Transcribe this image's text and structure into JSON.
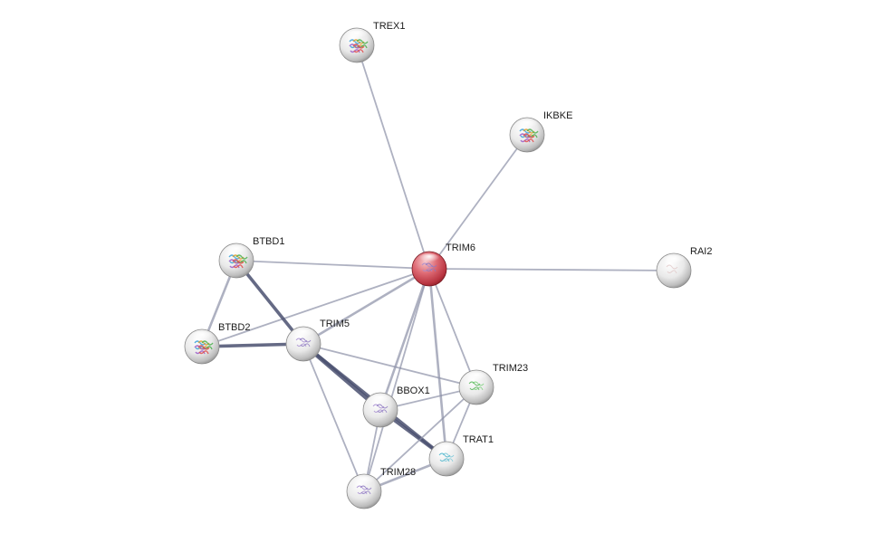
{
  "nodes": [
    {
      "id": "TREX1",
      "label": "TREX1",
      "query": false,
      "structure": "multi"
    },
    {
      "id": "IKBKE",
      "label": "IKBKE",
      "query": false,
      "structure": "multi"
    },
    {
      "id": "TRIM6",
      "label": "TRIM6",
      "query": true,
      "structure": "purple"
    },
    {
      "id": "RAI2",
      "label": "RAI2",
      "query": false,
      "structure": "faint"
    },
    {
      "id": "BTBD1",
      "label": "BTBD1",
      "query": false,
      "structure": "multi"
    },
    {
      "id": "BTBD2",
      "label": "BTBD2",
      "query": false,
      "structure": "multi"
    },
    {
      "id": "TRIM5",
      "label": "TRIM5",
      "query": false,
      "structure": "purple"
    },
    {
      "id": "TRIM23",
      "label": "TRIM23",
      "query": false,
      "structure": "green"
    },
    {
      "id": "BBOX1",
      "label": "BBOX1",
      "query": false,
      "structure": "purple"
    },
    {
      "id": "TRAT1",
      "label": "TRAT1",
      "query": false,
      "structure": "cyan"
    },
    {
      "id": "TRIM28",
      "label": "TRIM28",
      "query": false,
      "structure": "purple"
    }
  ],
  "edges": [
    {
      "source": "TRIM6",
      "target": "TREX1",
      "strength": 1
    },
    {
      "source": "TRIM6",
      "target": "IKBKE",
      "strength": 1
    },
    {
      "source": "TRIM6",
      "target": "RAI2",
      "strength": 1
    },
    {
      "source": "TRIM6",
      "target": "BTBD1",
      "strength": 1
    },
    {
      "source": "TRIM6",
      "target": "BTBD2",
      "strength": 1
    },
    {
      "source": "TRIM6",
      "target": "TRIM5",
      "strength": 2
    },
    {
      "source": "TRIM6",
      "target": "TRIM23",
      "strength": 1
    },
    {
      "source": "TRIM6",
      "target": "BBOX1",
      "strength": 2
    },
    {
      "source": "TRIM6",
      "target": "TRAT1",
      "strength": 2
    },
    {
      "source": "TRIM6",
      "target": "TRIM28",
      "strength": 1
    },
    {
      "source": "BTBD1",
      "target": "BTBD2",
      "strength": 2
    },
    {
      "source": "BTBD1",
      "target": "TRIM5",
      "strength": 3
    },
    {
      "source": "BTBD2",
      "target": "TRIM5",
      "strength": 3
    },
    {
      "source": "TRIM5",
      "target": "BBOX1",
      "strength": 4
    },
    {
      "source": "TRIM5",
      "target": "TRAT1",
      "strength": 3
    },
    {
      "source": "TRIM5",
      "target": "TRIM23",
      "strength": 1
    },
    {
      "source": "TRIM5",
      "target": "TRIM28",
      "strength": 1
    },
    {
      "source": "BBOX1",
      "target": "TRAT1",
      "strength": 3
    },
    {
      "source": "BBOX1",
      "target": "TRIM23",
      "strength": 1
    },
    {
      "source": "BBOX1",
      "target": "TRIM28",
      "strength": 1
    },
    {
      "source": "TRIM23",
      "target": "TRAT1",
      "strength": 1
    },
    {
      "source": "TRIM23",
      "target": "TRIM28",
      "strength": 1
    },
    {
      "source": "TRAT1",
      "target": "TRIM28",
      "strength": 2
    }
  ],
  "colors": {
    "edge": "#8c90a6",
    "edge_strong": "#4a5070",
    "node_default": "#e6e6e6",
    "node_query": "#d9535e",
    "label": "#1a1a1a"
  }
}
